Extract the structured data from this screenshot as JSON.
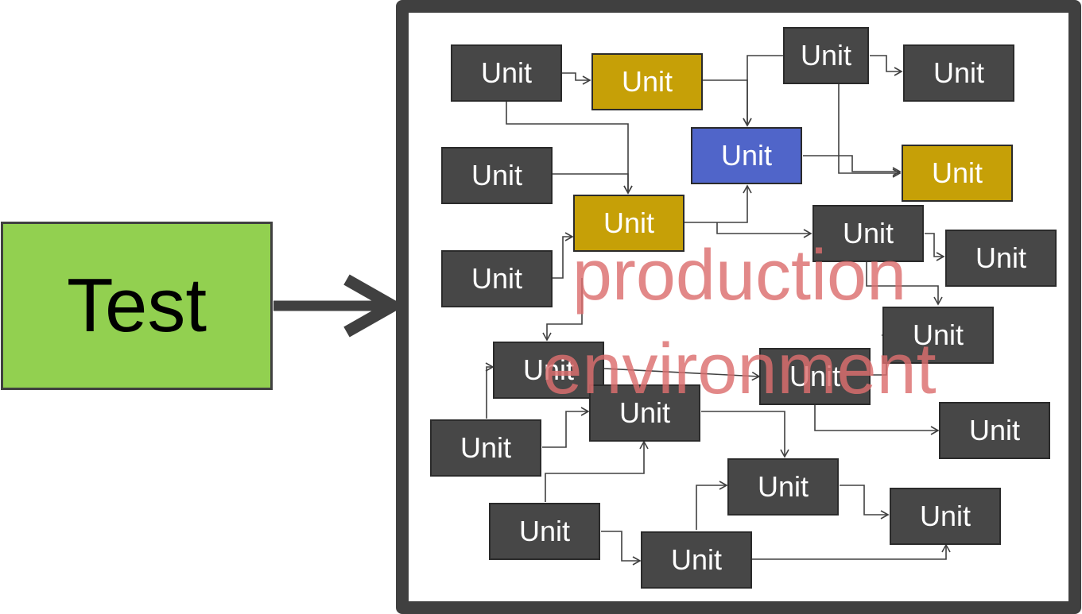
{
  "test": {
    "label": "Test"
  },
  "environment": {
    "line1": "production",
    "line2": "environment"
  },
  "colors": {
    "unit_gray": "#474747",
    "unit_gold": "#c6a007",
    "unit_blue": "#5065c9",
    "test_green": "#92d050",
    "frame": "#404040",
    "watermark": "#dc6e6e"
  },
  "units": [
    {
      "id": "u1",
      "label": "Unit",
      "color": "gray"
    },
    {
      "id": "u2",
      "label": "Unit",
      "color": "gold"
    },
    {
      "id": "u3",
      "label": "Unit",
      "color": "gray"
    },
    {
      "id": "u4",
      "label": "Unit",
      "color": "gray"
    },
    {
      "id": "u5",
      "label": "Unit",
      "color": "gray"
    },
    {
      "id": "u6",
      "label": "Unit",
      "color": "blue"
    },
    {
      "id": "u7",
      "label": "Unit",
      "color": "gold"
    },
    {
      "id": "u8",
      "label": "Unit",
      "color": "gold"
    },
    {
      "id": "u9",
      "label": "Unit",
      "color": "gray"
    },
    {
      "id": "u10",
      "label": "Unit",
      "color": "gray"
    },
    {
      "id": "u11",
      "label": "Unit",
      "color": "gray"
    },
    {
      "id": "u12",
      "label": "Unit",
      "color": "gray"
    },
    {
      "id": "u13",
      "label": "Unit",
      "color": "gray"
    },
    {
      "id": "u14",
      "label": "Unit",
      "color": "gray"
    },
    {
      "id": "u15",
      "label": "Unit",
      "color": "gray"
    },
    {
      "id": "u16",
      "label": "Unit",
      "color": "gray"
    },
    {
      "id": "u17",
      "label": "Unit",
      "color": "gray"
    },
    {
      "id": "u18",
      "label": "Unit",
      "color": "gray"
    },
    {
      "id": "u19",
      "label": "Unit",
      "color": "gray"
    },
    {
      "id": "u20",
      "label": "Unit",
      "color": "gray"
    },
    {
      "id": "u21",
      "label": "Unit",
      "color": "gray"
    }
  ]
}
